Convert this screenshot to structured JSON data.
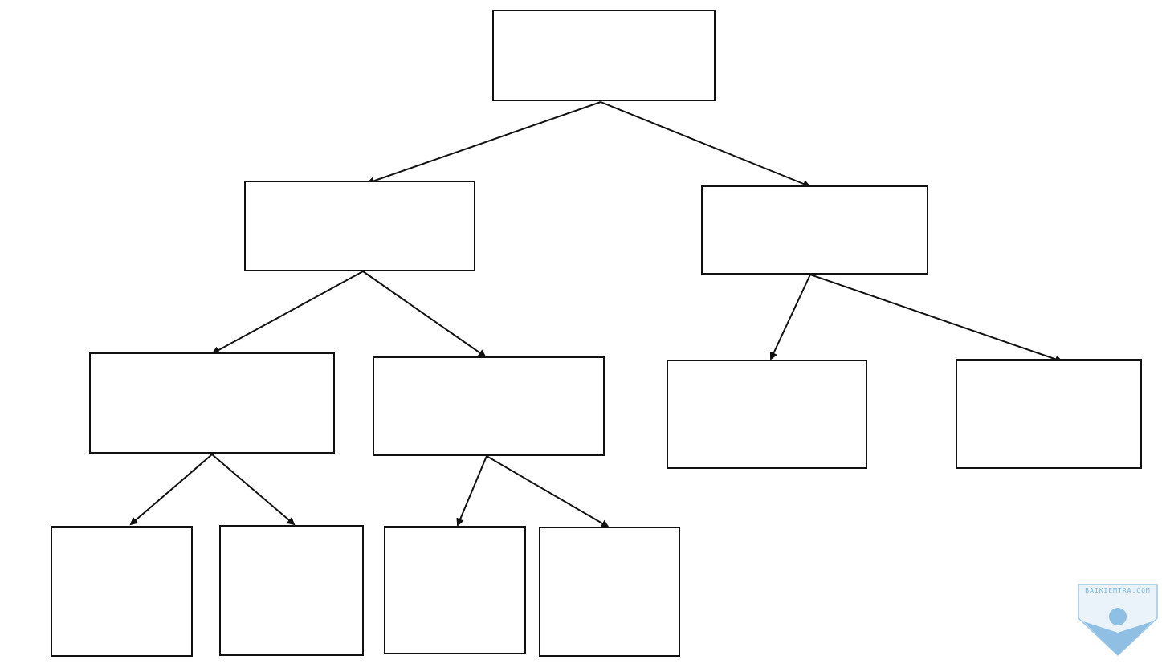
{
  "diagram": {
    "type": "tree",
    "nodes": [
      {
        "id": "root",
        "label": ""
      },
      {
        "id": "level1-left",
        "label": ""
      },
      {
        "id": "level1-right",
        "label": ""
      },
      {
        "id": "level2-a",
        "label": ""
      },
      {
        "id": "level2-b",
        "label": ""
      },
      {
        "id": "level2-c",
        "label": ""
      },
      {
        "id": "level2-d",
        "label": ""
      },
      {
        "id": "level3-a",
        "label": ""
      },
      {
        "id": "level3-b",
        "label": ""
      },
      {
        "id": "level3-c",
        "label": ""
      },
      {
        "id": "level3-d",
        "label": ""
      }
    ],
    "edges": [
      {
        "from": "root",
        "to": "level1-left"
      },
      {
        "from": "root",
        "to": "level1-right"
      },
      {
        "from": "level1-left",
        "to": "level2-a"
      },
      {
        "from": "level1-left",
        "to": "level2-b"
      },
      {
        "from": "level1-right",
        "to": "level2-c"
      },
      {
        "from": "level1-right",
        "to": "level2-d"
      },
      {
        "from": "level2-a",
        "to": "level3-a"
      },
      {
        "from": "level2-a",
        "to": "level3-b"
      },
      {
        "from": "level2-b",
        "to": "level3-c"
      },
      {
        "from": "level2-b",
        "to": "level3-d"
      }
    ],
    "colors": {
      "stroke": "#111111",
      "fill": "#ffffff"
    }
  },
  "watermark": {
    "text": "BAIKIEMTRA.COM",
    "color": "#7fb4dc"
  }
}
